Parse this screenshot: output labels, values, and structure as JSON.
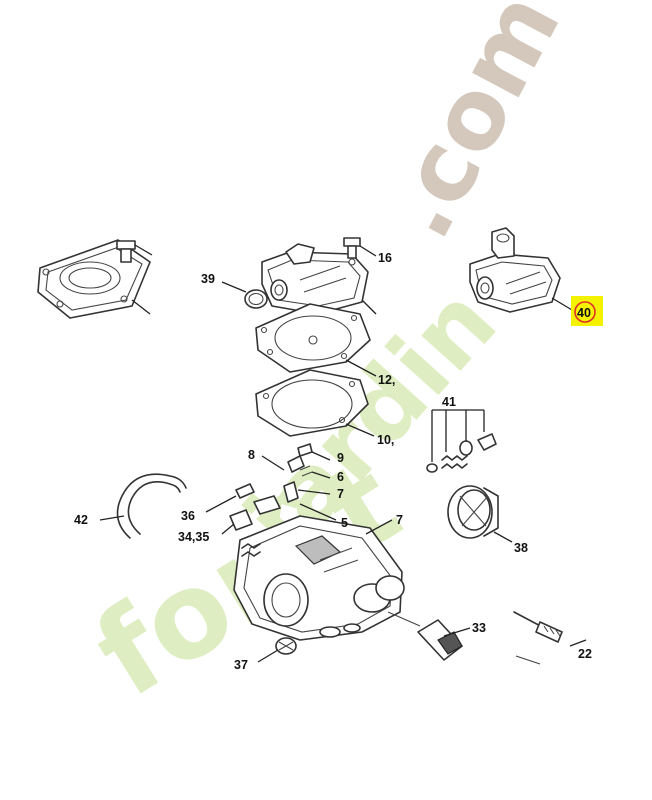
{
  "diagram": {
    "callouts": [
      {
        "id": "c39",
        "text": "39"
      },
      {
        "id": "c16",
        "text": "16"
      },
      {
        "id": "c40",
        "text": "40"
      },
      {
        "id": "c12",
        "text": "12,"
      },
      {
        "id": "c10",
        "text": "10,"
      },
      {
        "id": "c41",
        "text": "41"
      },
      {
        "id": "c8",
        "text": "8"
      },
      {
        "id": "c9",
        "text": "9"
      },
      {
        "id": "c6",
        "text": "6"
      },
      {
        "id": "c7",
        "text": "7"
      },
      {
        "id": "c5",
        "text": "5"
      },
      {
        "id": "c7b",
        "text": "7"
      },
      {
        "id": "c42",
        "text": "42"
      },
      {
        "id": "c36",
        "text": "36"
      },
      {
        "id": "c3435",
        "text": "34,35"
      },
      {
        "id": "c38",
        "text": "38"
      },
      {
        "id": "c33",
        "text": "33"
      },
      {
        "id": "c22",
        "text": "22"
      },
      {
        "id": "c37",
        "text": "37"
      }
    ],
    "highlight": {
      "callout": "c40",
      "box_color": "#f5f200",
      "ring_color": "#e0302a"
    }
  },
  "watermark": {
    "part1": "forêt",
    "part2": "jardin",
    "part3": ".com",
    "color_green": "#dfeec2",
    "color_orange": "#f7cc9a",
    "color_gray": "#d4c8bc"
  }
}
